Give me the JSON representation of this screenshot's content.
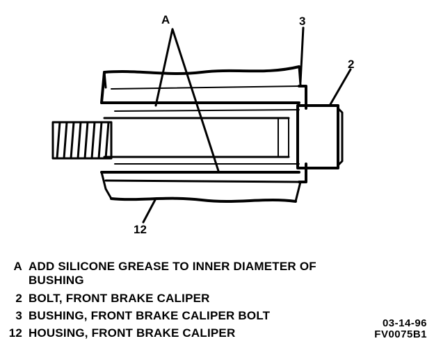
{
  "callouts": {
    "a": "A",
    "three": "3",
    "two": "2",
    "twelve": "12"
  },
  "legend": [
    {
      "key": "A",
      "lines": [
        "ADD SILICONE GREASE TO INNER DIAMETER OF",
        "BUSHING"
      ]
    },
    {
      "key": "2",
      "lines": [
        "BOLT, FRONT BRAKE CALIPER"
      ]
    },
    {
      "key": "3",
      "lines": [
        "BUSHING, FRONT BRAKE CALIPER BOLT"
      ]
    },
    {
      "key": "12",
      "lines": [
        "HOUSING, FRONT BRAKE CALIPER"
      ]
    }
  ],
  "reference": {
    "date": "03-14-96",
    "figure_code": "FV0075B1"
  }
}
